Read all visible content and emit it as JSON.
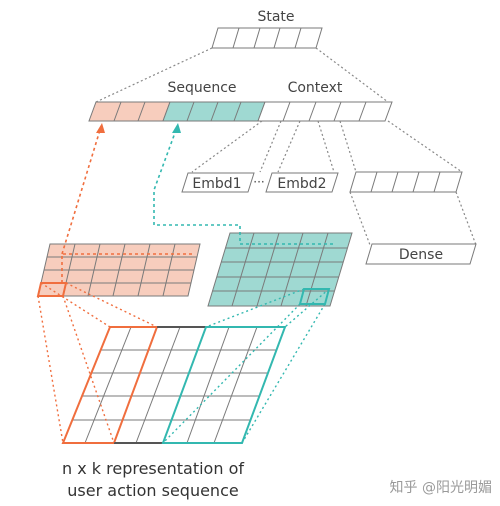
{
  "labels": {
    "state": "State",
    "sequence": "Sequence",
    "context": "Context",
    "embd1": "Embd1",
    "ellipsis": "···",
    "embd2": "Embd2",
    "dense": "Dense",
    "caption_line1": "n x k representation of",
    "caption_line2": "user action sequence",
    "watermark": "知乎 @阳光明媚"
  },
  "colors": {
    "gray": "#7a7a7a",
    "orange": "#f06e3e",
    "orange_fill": "#f7cdbd",
    "teal": "#33b8b0",
    "teal_fill": "#9fd9d2",
    "dark": "#555555"
  }
}
